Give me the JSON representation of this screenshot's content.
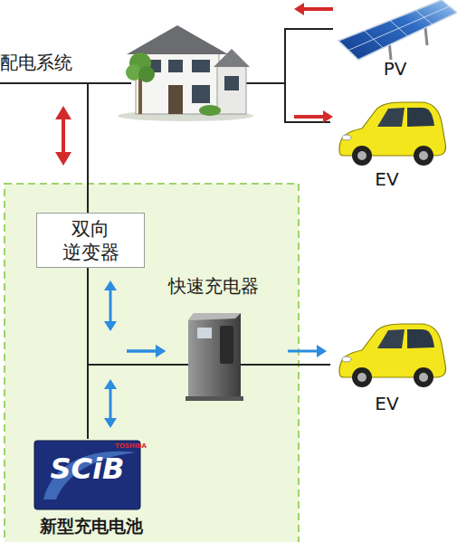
{
  "diagram": {
    "nodes": [
      {
        "text": [
          "PV"
        ]
      },
      {
        "text": [
          "EV"
        ]
      },
      {
        "text": [
          "双向 逆变器"
        ]
      },
      {
        "text": [
          "快速充电器"
        ]
      },
      {
        "text": [
          "EV"
        ]
      },
      {
        "text": [
          "TOSHIBA",
          "SCiB",
          "新型充电电池"
        ]
      }
    ],
    "edges": [
      {
        "from": 0,
        "to": 1,
        "arrow": "to"
      },
      {
        "from": 2,
        "to": 5,
        "arrow": "both"
      },
      {
        "from": 2,
        "to": 3,
        "arrow": "to"
      },
      {
        "from": 5,
        "to": 3,
        "arrow": "to"
      },
      {
        "from": 3,
        "to": 4,
        "arrow": "to"
      }
    ],
    "labels": [
      "配电系统"
    ]
  }
}
